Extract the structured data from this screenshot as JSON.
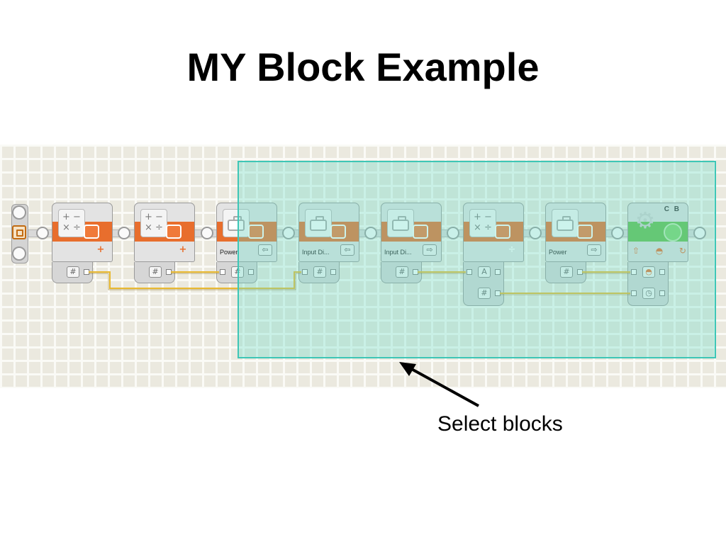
{
  "slide": {
    "title": "MY Block Example",
    "caption": "Select blocks"
  },
  "program": {
    "selected_blocks": 6,
    "blocks": [
      {
        "type": "math",
        "label": "",
        "glyph": "+ −\n× ÷",
        "op_icon": "+"
      },
      {
        "type": "math",
        "label": "",
        "glyph": "+ −\n× ÷",
        "op_icon": "+"
      },
      {
        "type": "variable",
        "label": "Power",
        "var_icon": "read-variable-icon"
      },
      {
        "type": "variable",
        "label": "Input Di...",
        "var_icon": "read-variable-icon"
      },
      {
        "type": "variable",
        "label": "Input Di...",
        "var_icon": "write-variable-icon"
      },
      {
        "type": "math",
        "label": "",
        "glyph": "+ −\n× ÷",
        "op_icon": "÷"
      },
      {
        "type": "variable",
        "label": "Power",
        "var_icon": "write-variable-icon"
      },
      {
        "type": "motor",
        "label": "",
        "ports": "C B"
      }
    ],
    "plugs": {
      "number": "#",
      "input_a": "A"
    }
  },
  "colors": {
    "action_band": "#e86e2d",
    "motor_band": "#63be4d",
    "wire": "#e8b830",
    "selection_fill": "#6adbc7",
    "selection_border": "#3ec6b6"
  }
}
